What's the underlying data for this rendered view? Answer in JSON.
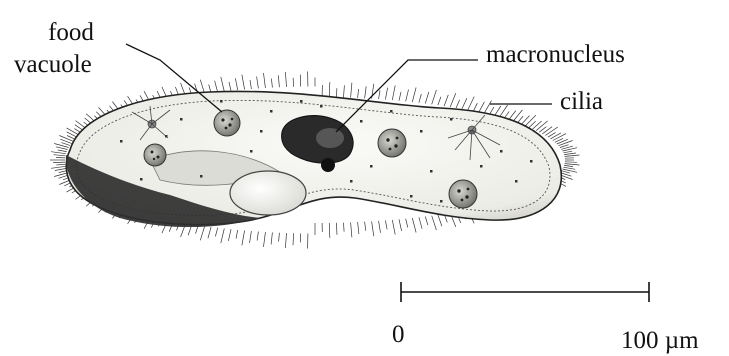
{
  "labels": {
    "food_line1": "food",
    "food_line2": "vacuole",
    "macronucleus": "macronucleus",
    "cilia": "cilia"
  },
  "scale_bar": {
    "start_label": "0",
    "end_label": "100 µm"
  },
  "colors": {
    "ink": "#111111",
    "cell_fill": "#f2f2ee",
    "nucleus": "#2a2a2a",
    "shadow": "#3a3a3a"
  }
}
